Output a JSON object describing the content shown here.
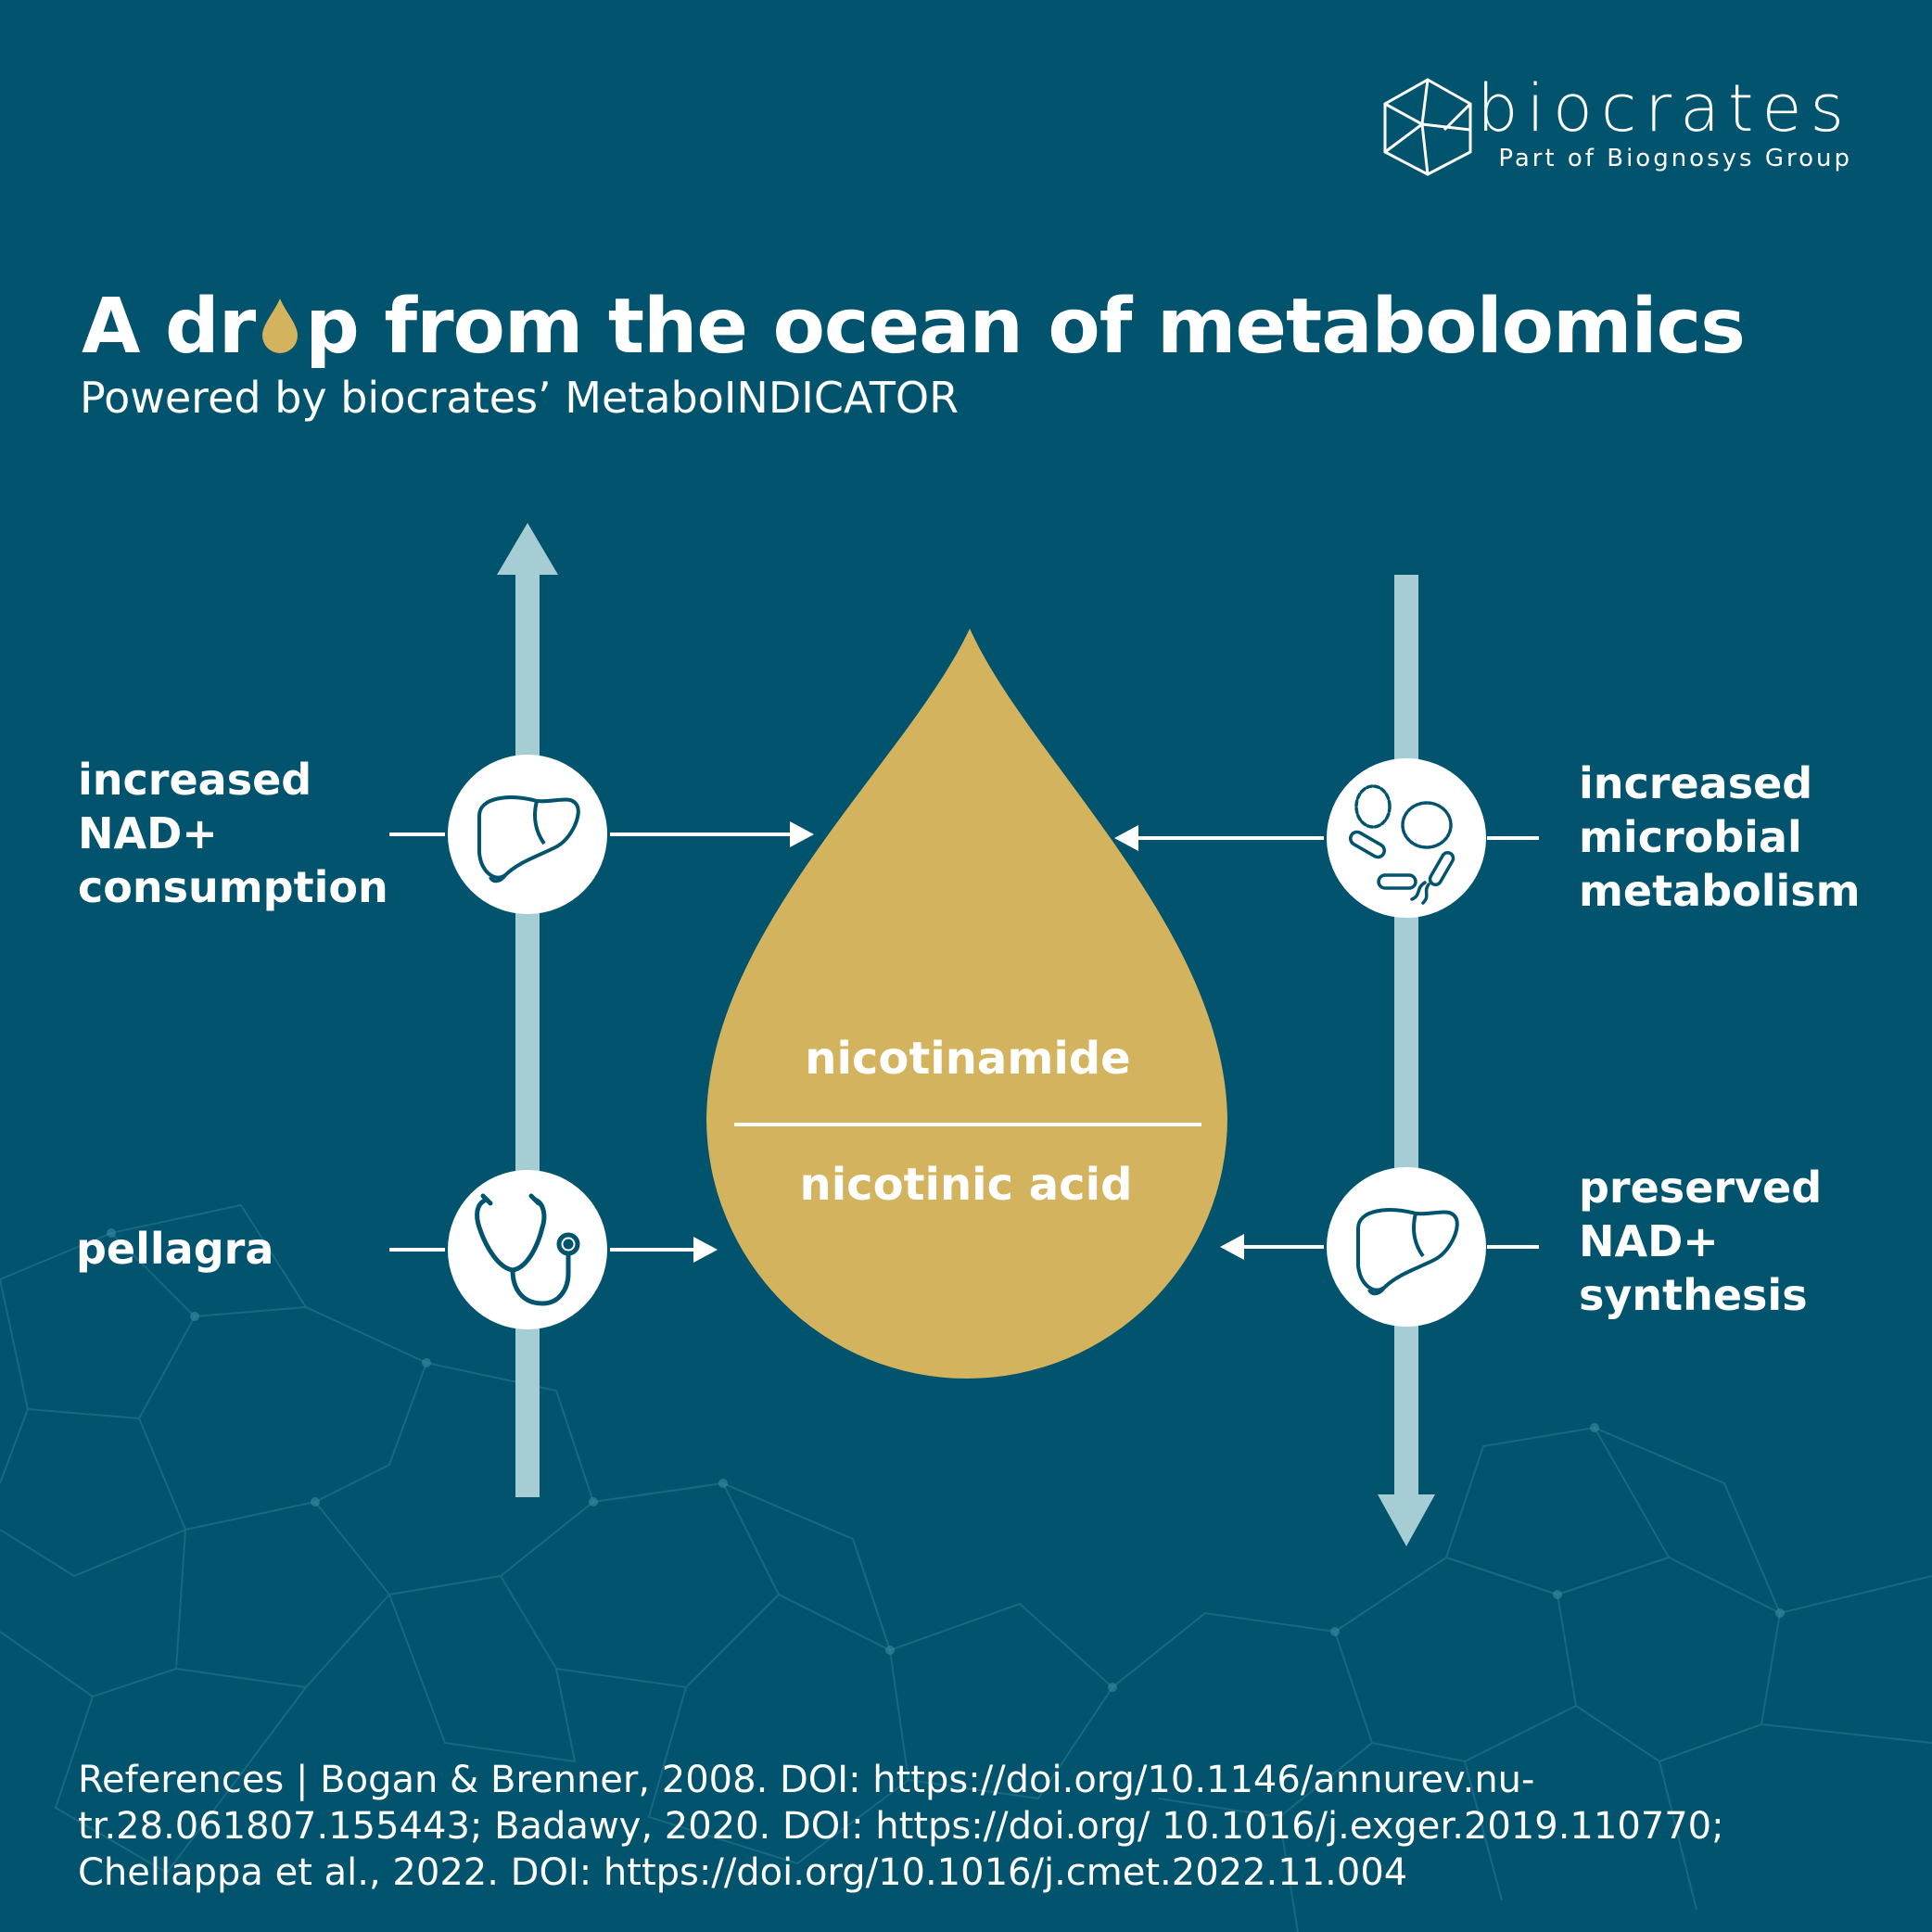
{
  "brand": {
    "name": "biocrates",
    "tagline": "Part of Biognosys Group"
  },
  "header": {
    "title_before": "A dr",
    "title_drop_letter": "o",
    "title_after": "p  from the ocean of metabolomics",
    "subtitle": "Powered by biocrates’ MetaboINDICATOR"
  },
  "diagram": {
    "center": {
      "top_label": "nicotinamide",
      "bottom_label": "nicotinic acid"
    },
    "left_column": {
      "arrow_direction": "up",
      "items": [
        {
          "label": "increased\nNAD+\nconsumption",
          "icon": "liver-icon"
        },
        {
          "label": "pellagra",
          "icon": "stethoscope-icon"
        }
      ]
    },
    "right_column": {
      "arrow_direction": "down",
      "items": [
        {
          "label": "increased\nmicrobial\nmetabolism",
          "icon": "microbes-icon"
        },
        {
          "label": "preserved\nNAD+\nsynthesis",
          "icon": "liver-icon"
        }
      ]
    }
  },
  "references": "References | Bogan & Brenner, 2008. DOI: https://doi.org/10.1146/annurev.nu-tr.28.061807.155443; Badawy, 2020. DOI: https://doi.org/ 10.1016/j.exger.2019.110770; Chellappa et al., 2022. DOI: https://doi.org/10.1016/j.cmet.2022.11.004",
  "colors": {
    "background": "#02536d",
    "drop": "#d4b35e",
    "arrow": "#a7cdd4",
    "text": "#ffffff"
  }
}
